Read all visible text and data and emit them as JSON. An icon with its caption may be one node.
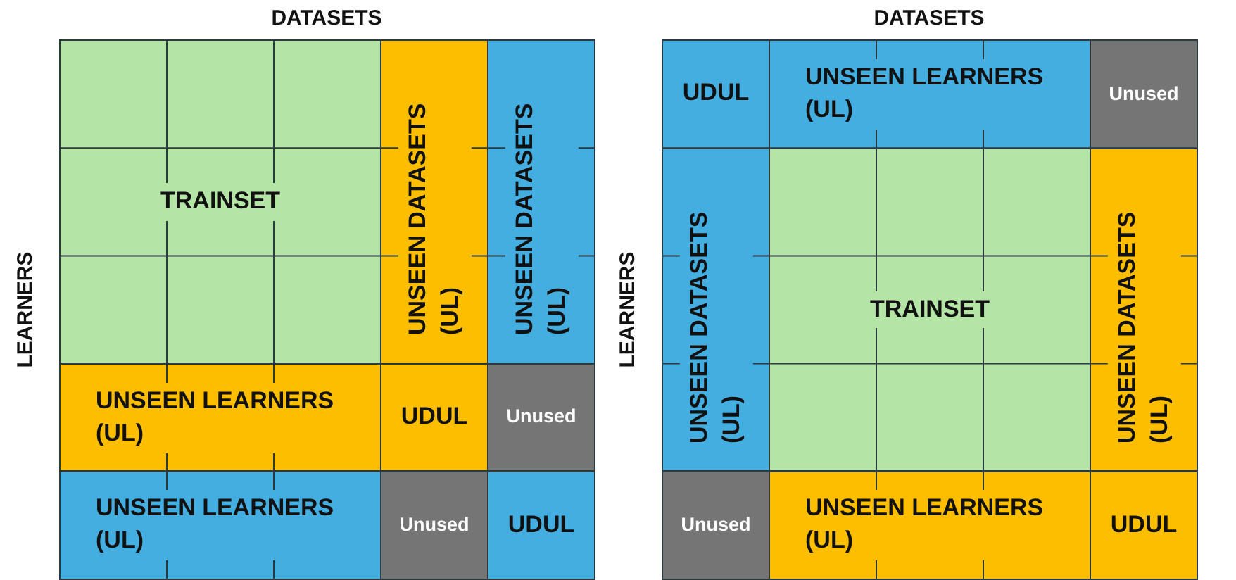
{
  "diagram": {
    "nodes": [
      {
        "text": [
          "TRAINSET"
        ]
      },
      {
        "text": [
          "UNSEEN DATASETS (UL)"
        ]
      },
      {
        "text": [
          "UNSEEN DATASETS (UL)"
        ]
      },
      {
        "text": [
          "UNSEEN LEARNERS (UL)"
        ]
      },
      {
        "text": [
          "UDUL"
        ]
      },
      {
        "text": [
          "Unused"
        ]
      },
      {
        "text": [
          "UNSEEN LEARNERS (UL)"
        ]
      },
      {
        "text": [
          "Unused"
        ]
      },
      {
        "text": [
          "UDUL"
        ]
      },
      {
        "text": [
          "UDUL"
        ]
      },
      {
        "text": [
          "UNSEEN LEARNERS (UL)"
        ]
      },
      {
        "text": [
          "Unused"
        ]
      },
      {
        "text": [
          "UNSEEN DATASETS (UL)"
        ]
      },
      {
        "text": [
          "TRAINSET"
        ]
      },
      {
        "text": [
          "UNSEEN DATASETS (UL)"
        ]
      },
      {
        "text": [
          "Unused"
        ]
      },
      {
        "text": [
          "UNSEEN LEARNERS (UL)"
        ]
      },
      {
        "text": [
          "UDUL"
        ]
      }
    ],
    "labels": [
      "DATASETS",
      "DATASETS",
      "LEARNERS",
      "LEARNERS"
    ]
  }
}
